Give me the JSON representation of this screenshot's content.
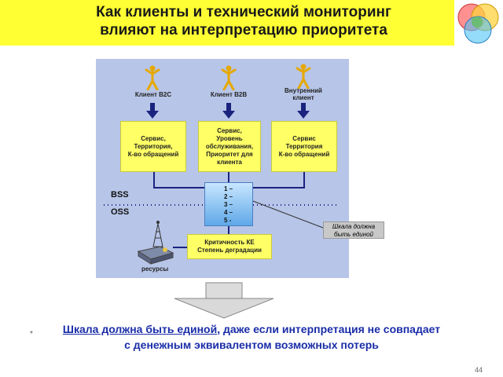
{
  "title": {
    "line1": "Как клиенты и технический мониторинг",
    "line2": "влияют на интерпретацию приоритета"
  },
  "diagram": {
    "clients": [
      {
        "label": "Клиент B2C"
      },
      {
        "label": "Клиент B2B"
      },
      {
        "label": "Внутренний\nклиент"
      }
    ],
    "service_boxes": [
      {
        "text": "Сервис,\nТерритория,\nК-во обращений"
      },
      {
        "text": "Сервис,\nУровень\nобслуживания,\nПриоритет для\nклиента"
      },
      {
        "text": "Сервис\nТерритория\nК-во обращений"
      }
    ],
    "priority_levels": [
      "1 –",
      "2 –",
      "3 –",
      "4 –",
      "5 -"
    ],
    "layers": {
      "top": "BSS",
      "bottom": "OSS"
    },
    "criticality_box": "Критичность КЕ\nСтепень деградации",
    "resources_label": "ресурсы",
    "callout": "Шкала должна\nбыть единой"
  },
  "conclusion": {
    "underlined": "Шкала должна быть единой",
    "rest_line1": ", даже если интерпретация не совпадает",
    "line2": "с денежным эквивалентом возможных потерь"
  },
  "footnote_mark": "*",
  "page_number": "44",
  "colors": {
    "title_band": "#ffff33",
    "panel": "#b7c5e8",
    "service_box": "#ffff66",
    "connector": "#1a237e",
    "conclusion_text": "#1a2da8"
  }
}
